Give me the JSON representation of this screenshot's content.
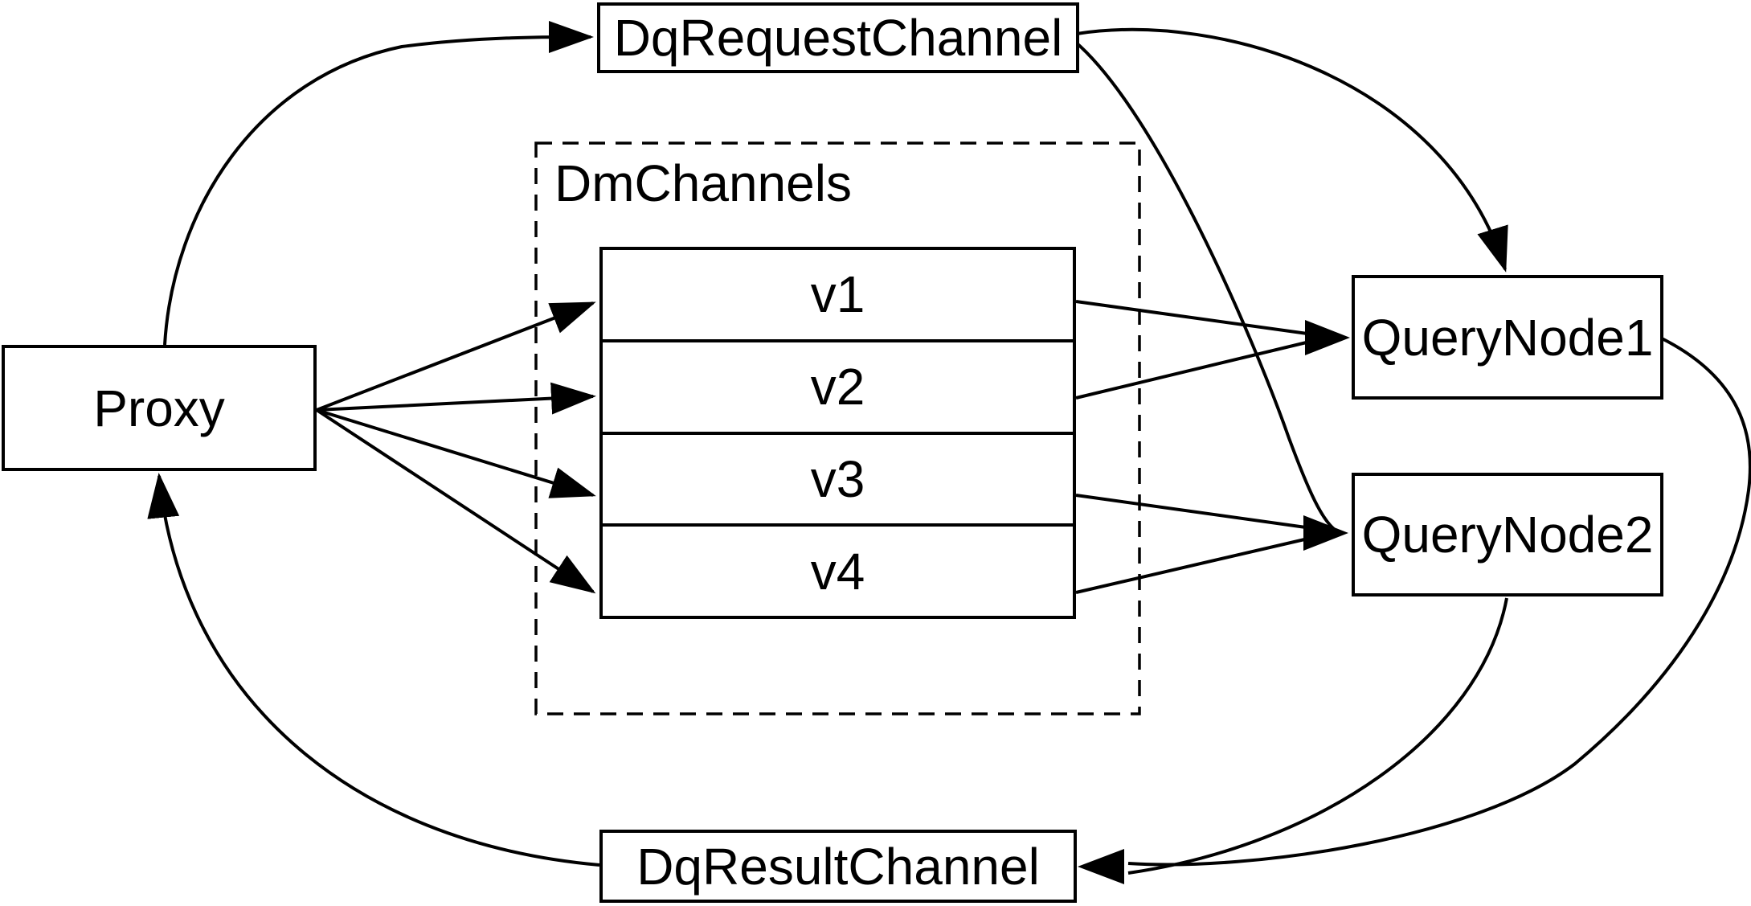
{
  "diagram": {
    "colors": {
      "background": "#ffffff",
      "line": "#000000",
      "node_fill": "#ffffff",
      "text": "#000000"
    },
    "nodes": {
      "dq_request_channel": {
        "label": "DqRequestChannel"
      },
      "proxy": {
        "label": "Proxy"
      },
      "dm_channels": {
        "label": "DmChannels",
        "channels": [
          {
            "label": "v1"
          },
          {
            "label": "v2"
          },
          {
            "label": "v3"
          },
          {
            "label": "v4"
          }
        ]
      },
      "query_node_1": {
        "label": "QueryNode1"
      },
      "query_node_2": {
        "label": "QueryNode2"
      },
      "dq_result_channel": {
        "label": "DqResultChannel"
      }
    },
    "edges": [
      {
        "from": "Proxy",
        "to": "DqRequestChannel"
      },
      {
        "from": "Proxy",
        "to": "v1"
      },
      {
        "from": "Proxy",
        "to": "v2"
      },
      {
        "from": "Proxy",
        "to": "v3"
      },
      {
        "from": "Proxy",
        "to": "v4"
      },
      {
        "from": "v1",
        "to": "QueryNode1"
      },
      {
        "from": "v2",
        "to": "QueryNode1"
      },
      {
        "from": "v3",
        "to": "QueryNode2"
      },
      {
        "from": "v4",
        "to": "QueryNode2"
      },
      {
        "from": "DqRequestChannel",
        "to": "QueryNode1"
      },
      {
        "from": "DqRequestChannel",
        "to": "QueryNode2"
      },
      {
        "from": "QueryNode1",
        "to": "DqResultChannel"
      },
      {
        "from": "QueryNode2",
        "to": "DqResultChannel"
      },
      {
        "from": "DqResultChannel",
        "to": "Proxy"
      }
    ]
  }
}
